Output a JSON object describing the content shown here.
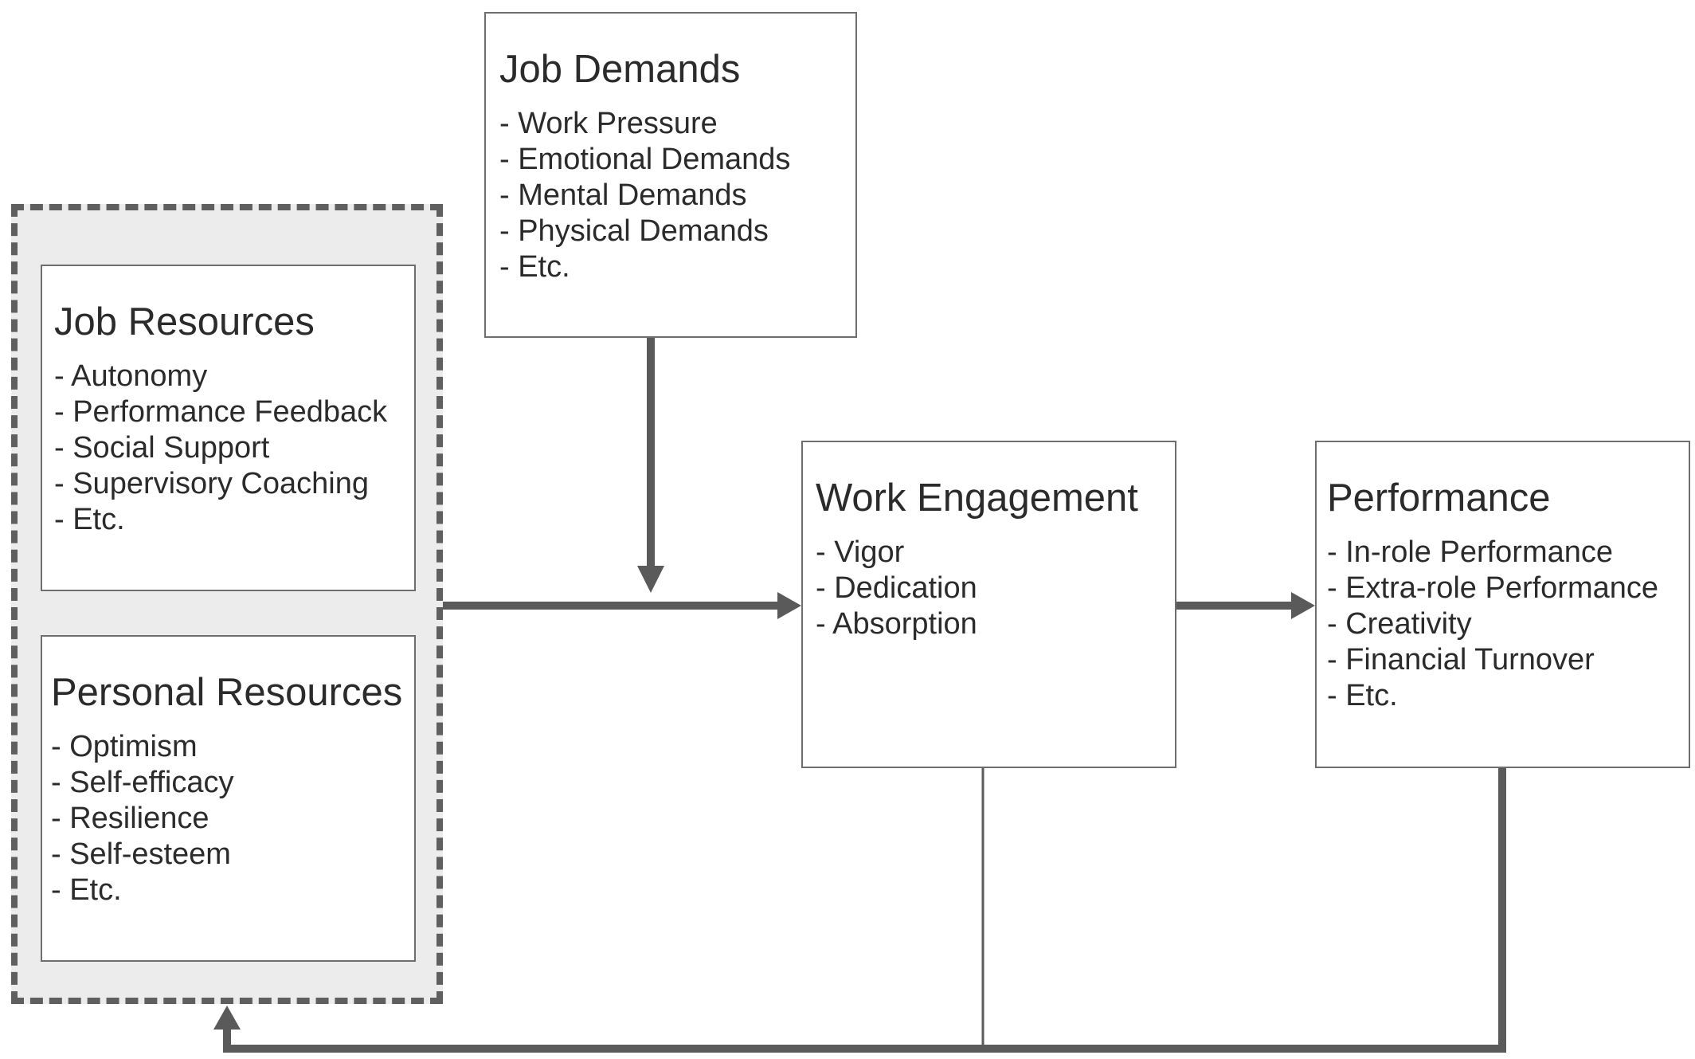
{
  "job_demands": {
    "title": "Job Demands",
    "items": [
      "- Work Pressure",
      "- Emotional Demands",
      "- Mental Demands",
      "- Physical Demands",
      "- Etc."
    ]
  },
  "job_resources": {
    "title": "Job Resources",
    "items": [
      "- Autonomy",
      "- Performance Feedback",
      "- Social Support",
      "- Supervisory Coaching",
      "- Etc."
    ]
  },
  "personal_resources": {
    "title": "Personal Resources",
    "items": [
      "- Optimism",
      "- Self-efficacy",
      "- Resilience",
      "- Self-esteem",
      "- Etc."
    ]
  },
  "work_engagement": {
    "title": "Work Engagement",
    "items": [
      "- Vigor",
      "- Dedication",
      "- Absorption"
    ]
  },
  "performance": {
    "title": "Performance",
    "items": [
      "- In-role Performance",
      "- Extra-role Performance",
      "- Creativity",
      "- Financial Turnover",
      "- Etc."
    ]
  },
  "colors": {
    "arrow": "#5a5a5a",
    "box_border": "#6e6e6e",
    "group_background": "#ececec",
    "group_border": "#5f5f5f",
    "text": "#2b2b2b"
  }
}
